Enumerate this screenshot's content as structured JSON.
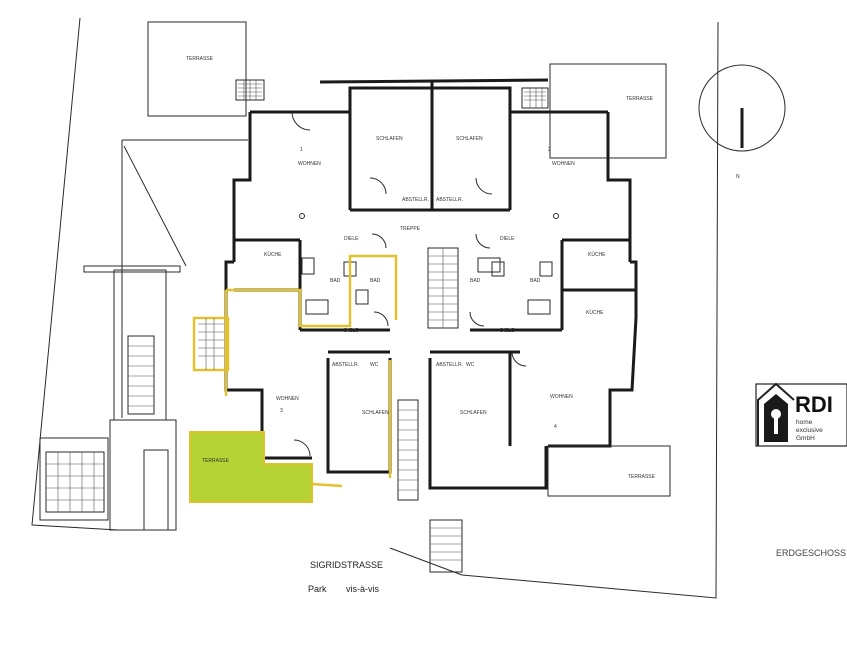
{
  "labels": {
    "terrace": "TERRASSE",
    "terrace_green": "TERRASSE",
    "living": "WOHNEN",
    "bedroom": "SCHLAFEN",
    "kitchen": "KÜCHE",
    "bath": "BAD",
    "hall": "DIELE",
    "storage": "ABSTELLR.",
    "wc": "WC",
    "stair": "TREPPE",
    "unit1": "1",
    "unit2": "2",
    "unit3": "3",
    "unit4": "4",
    "north": "N"
  },
  "street": {
    "name": "SIGRIDSTRASSE",
    "park_prefix": "Park",
    "park_suffix": "vis-à-vis"
  },
  "floor_label": "ERDGESCHOSS",
  "logo": {
    "brand": "RDI",
    "line1": "home",
    "line2": "exclusive",
    "line3": "GmbH"
  },
  "colors": {
    "highlight_fill": "#b5d334",
    "highlight_outline": "#e2c12b",
    "wall": "#1a1a1a"
  }
}
